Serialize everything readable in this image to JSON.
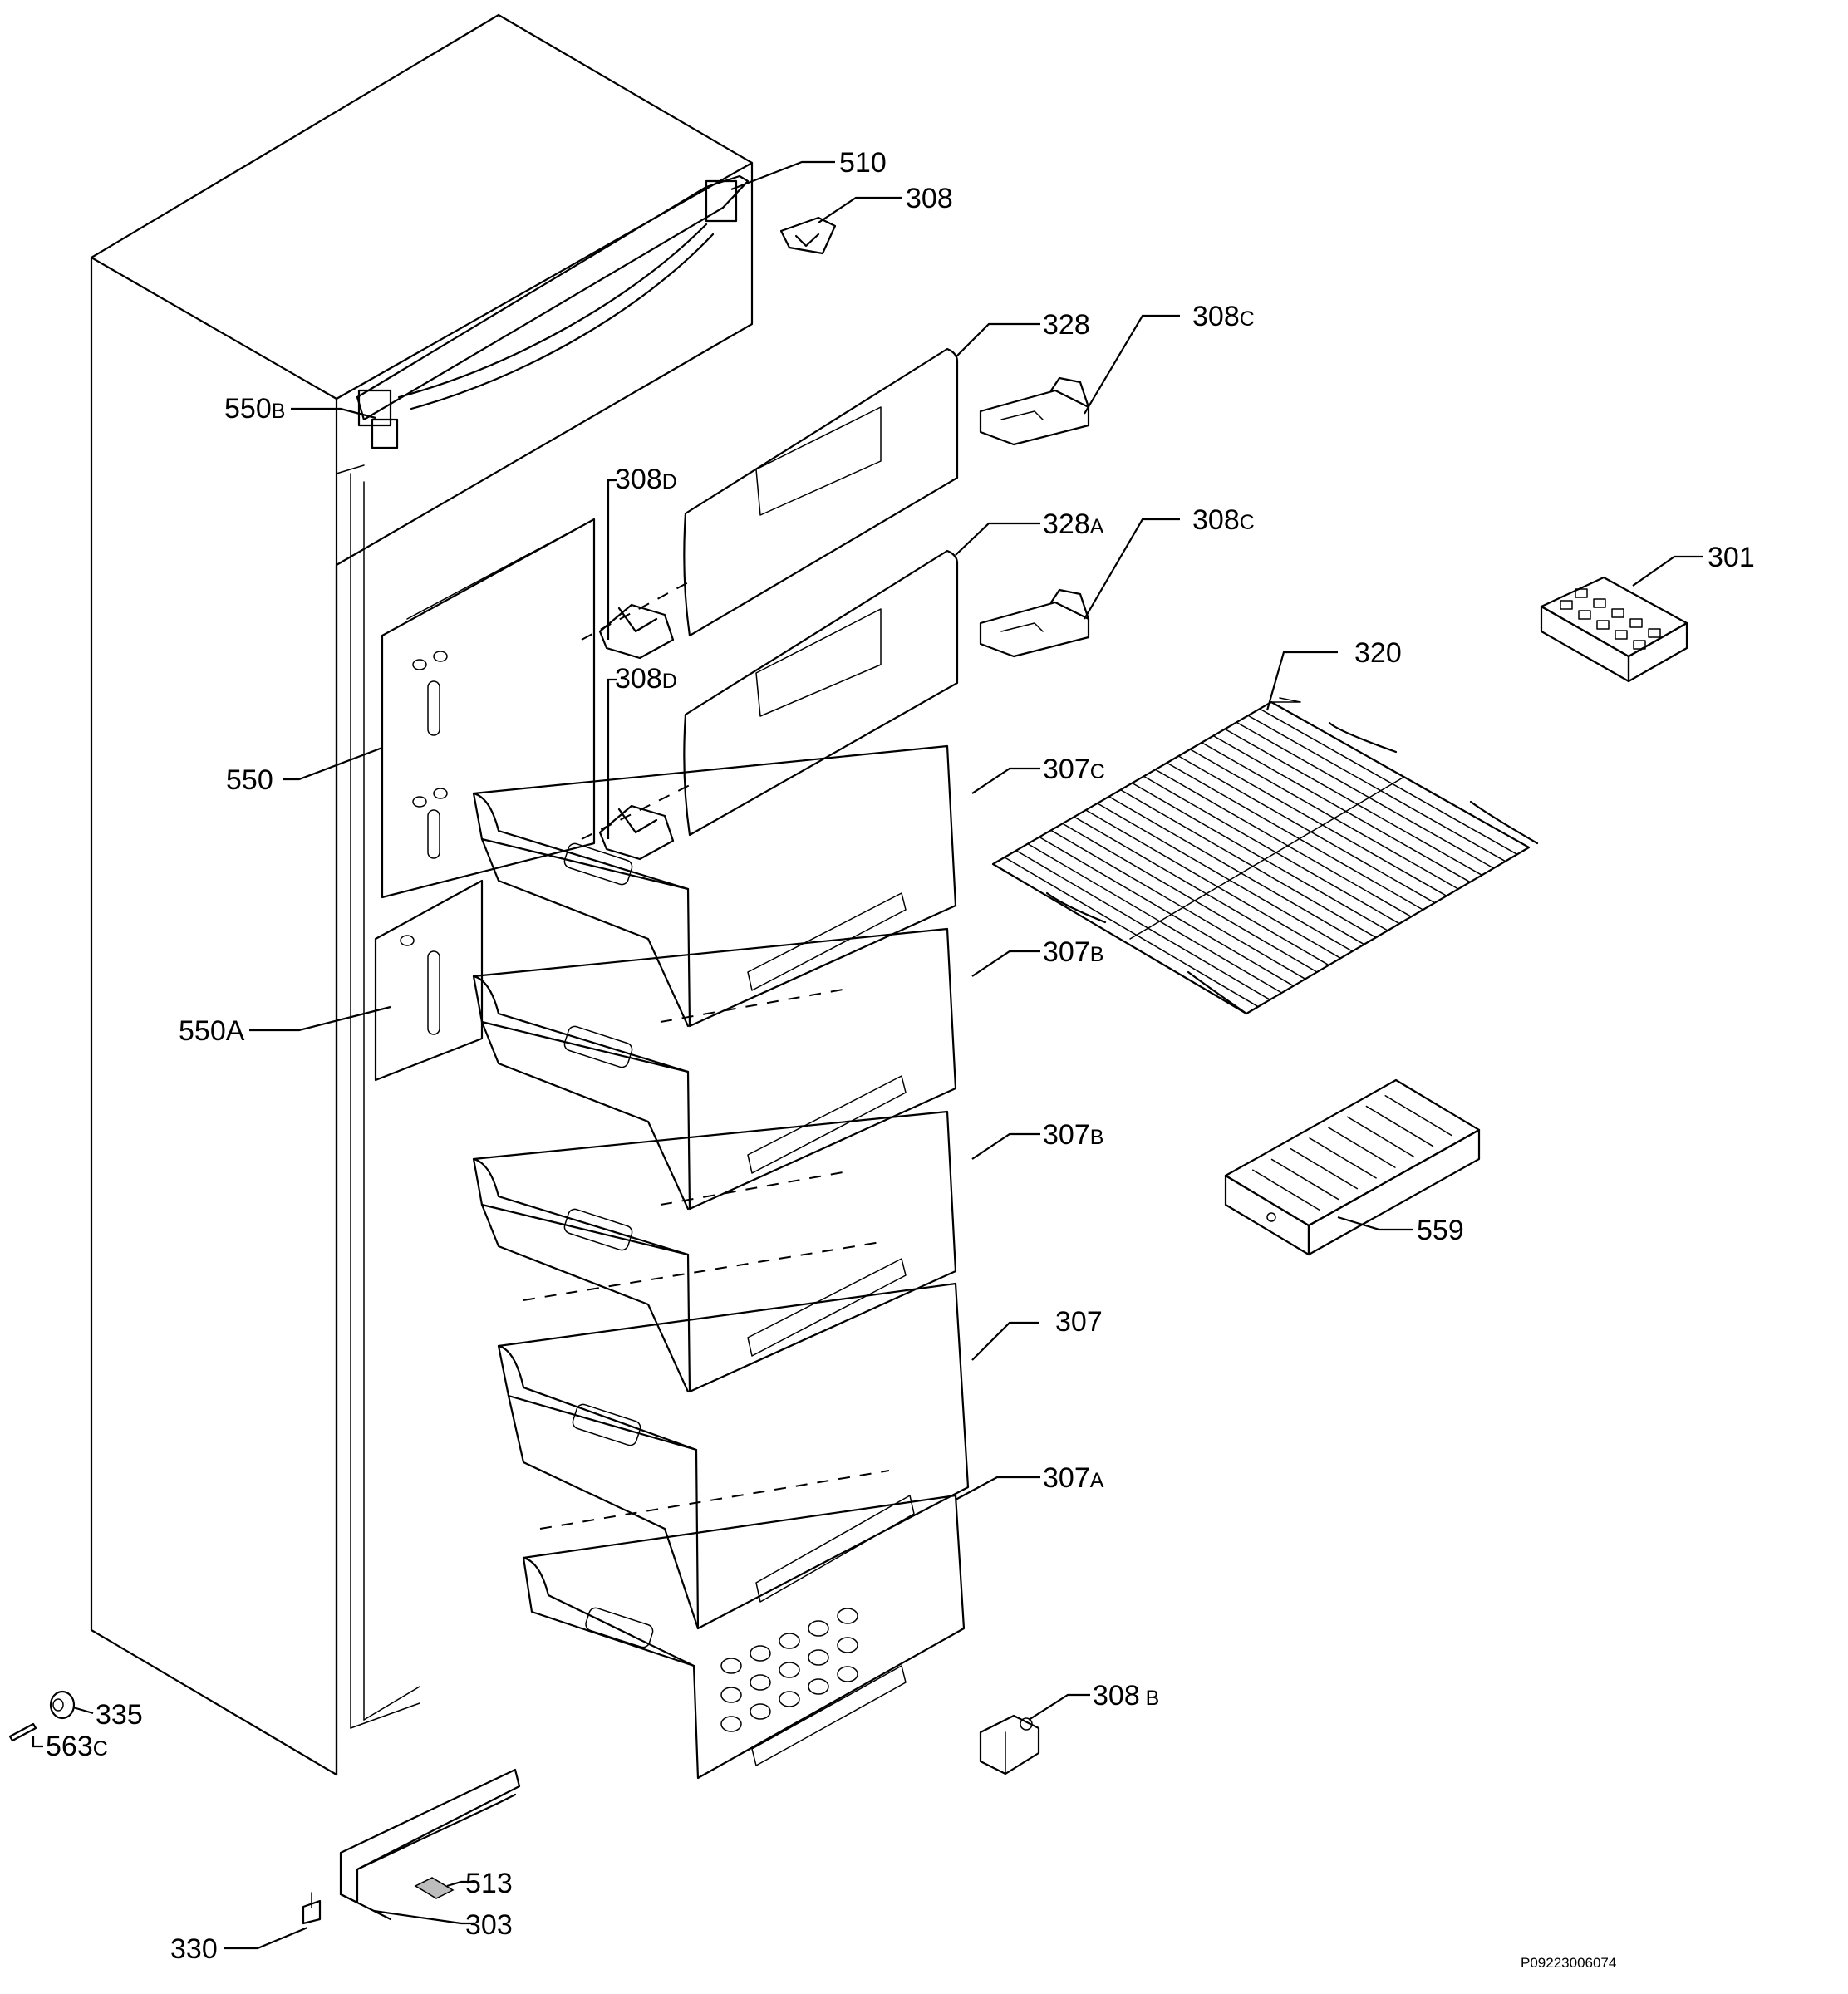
{
  "diagram": {
    "labels": [
      {
        "id": "510",
        "num": "510",
        "suffix": ""
      },
      {
        "id": "308",
        "num": "308",
        "suffix": ""
      },
      {
        "id": "328",
        "num": "328",
        "suffix": ""
      },
      {
        "id": "308C_1",
        "num": "308",
        "suffix": "C"
      },
      {
        "id": "550B",
        "num": "550",
        "suffix": "B"
      },
      {
        "id": "308D_1",
        "num": "308",
        "suffix": "D"
      },
      {
        "id": "328A",
        "num": "328",
        "suffix": "A"
      },
      {
        "id": "308C_2",
        "num": "308",
        "suffix": "C"
      },
      {
        "id": "301",
        "num": "301",
        "suffix": ""
      },
      {
        "id": "308D_2",
        "num": "308",
        "suffix": "D"
      },
      {
        "id": "320",
        "num": "320",
        "suffix": ""
      },
      {
        "id": "550",
        "num": "550",
        "suffix": ""
      },
      {
        "id": "307C",
        "num": "307",
        "suffix": "C"
      },
      {
        "id": "307B_1",
        "num": "307",
        "suffix": "B"
      },
      {
        "id": "550A",
        "num": "550A",
        "suffix": ""
      },
      {
        "id": "307B_2",
        "num": "307",
        "suffix": "B"
      },
      {
        "id": "559",
        "num": "559",
        "suffix": ""
      },
      {
        "id": "307",
        "num": "307",
        "suffix": ""
      },
      {
        "id": "307A",
        "num": "307",
        "suffix": "A"
      },
      {
        "id": "308B",
        "num": "308",
        "suffix": " B"
      },
      {
        "id": "335",
        "num": "335",
        "suffix": ""
      },
      {
        "id": "563C",
        "num": "563",
        "suffix": "C"
      },
      {
        "id": "513",
        "num": "513",
        "suffix": ""
      },
      {
        "id": "303",
        "num": "303",
        "suffix": ""
      },
      {
        "id": "330",
        "num": "330",
        "suffix": ""
      }
    ],
    "drawing_code": "P09223006074"
  }
}
